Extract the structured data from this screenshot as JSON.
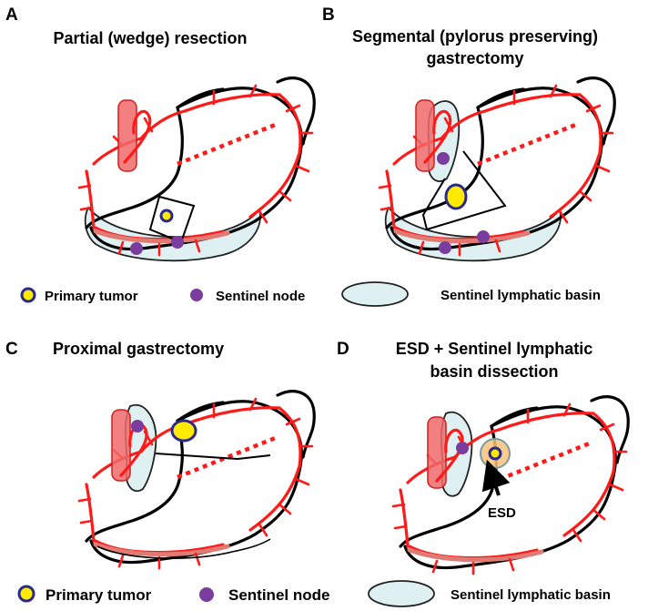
{
  "panels": [
    {
      "letter": "A",
      "title_lines": [
        "Partial (wedge) resection"
      ]
    },
    {
      "letter": "B",
      "title_lines": [
        "Segmental (pylorus preserving)",
        "gastrectomy"
      ]
    },
    {
      "letter": "C",
      "title_lines": [
        "Proximal gastrectomy"
      ]
    },
    {
      "letter": "D",
      "title_lines": [
        "ESD + Sentinel lymphatic",
        "basin dissection"
      ],
      "callout": "ESD"
    }
  ],
  "legend_top": {
    "primary_tumor": "Primary tumor",
    "sentinel_node": "Sentinel node",
    "basin": "Sentinel lymphatic basin"
  },
  "legend_bottom": {
    "primary_tumor": "Primary tumor",
    "sentinel_node": "Sentinel node",
    "basin": "Sentinel lymphatic basin"
  },
  "colors": {
    "vessel": "#ff1a1a",
    "basin": "#d6ecee",
    "node": "#7a3d9e",
    "tumor_fill": "#ffea00",
    "tumor_border": "#2a2a8c",
    "esd_ring": "#f8c27a"
  }
}
